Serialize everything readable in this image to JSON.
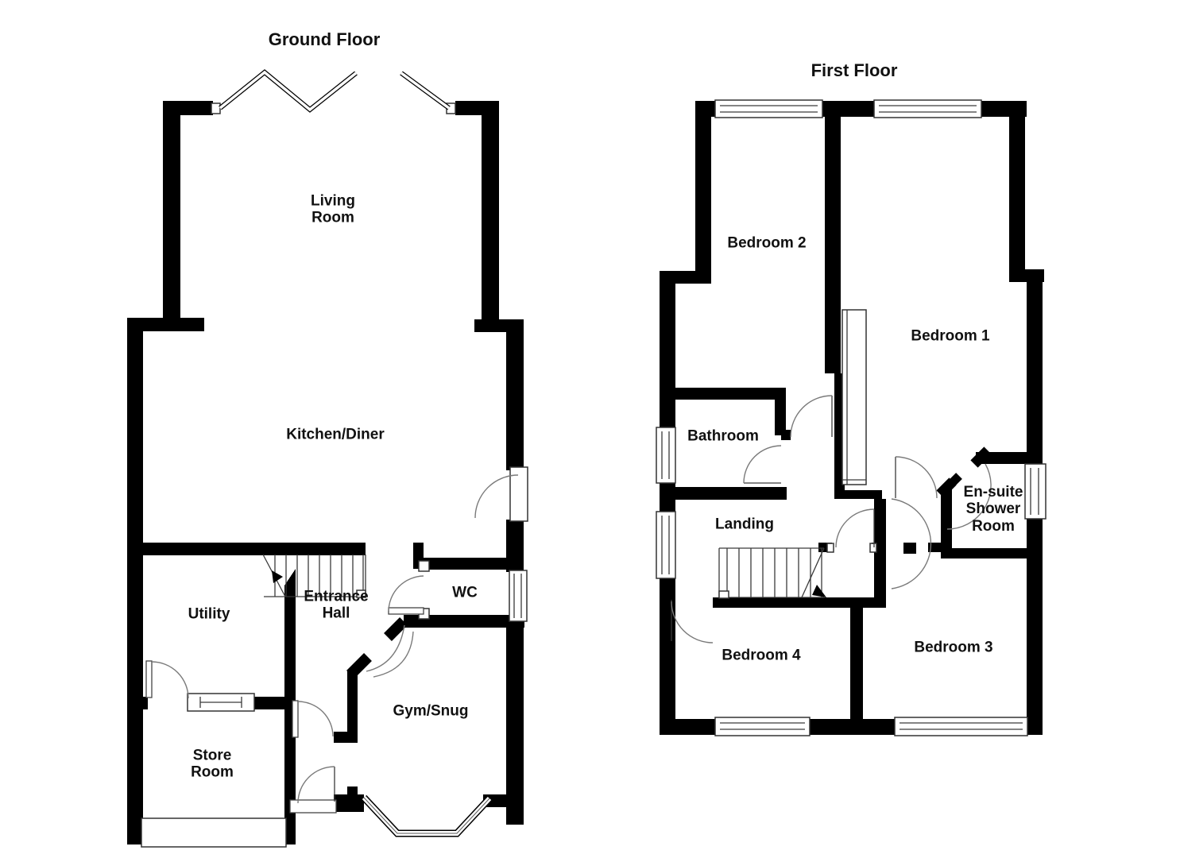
{
  "page": {
    "background": "#ffffff",
    "wall_color": "#000000",
    "door_arc_color": "#7a7a7a",
    "window_frame_color": "#333333",
    "text_color": "#111111"
  },
  "ground_floor": {
    "title": "Ground Floor",
    "rooms": {
      "living_room": "Living\nRoom",
      "kitchen_diner": "Kitchen/Diner",
      "utility": "Utility",
      "entrance_hall": "Entrance\nHall",
      "wc": "WC",
      "gym_snug": "Gym/Snug",
      "store_room": "Store\nRoom"
    }
  },
  "first_floor": {
    "title": "First Floor",
    "rooms": {
      "bedroom_2": "Bedroom 2",
      "bedroom_1": "Bedroom 1",
      "bathroom": "Bathroom",
      "landing": "Landing",
      "ensuite": "En-suite\nShower\nRoom",
      "bedroom_4": "Bedroom 4",
      "bedroom_3": "Bedroom 3"
    }
  }
}
